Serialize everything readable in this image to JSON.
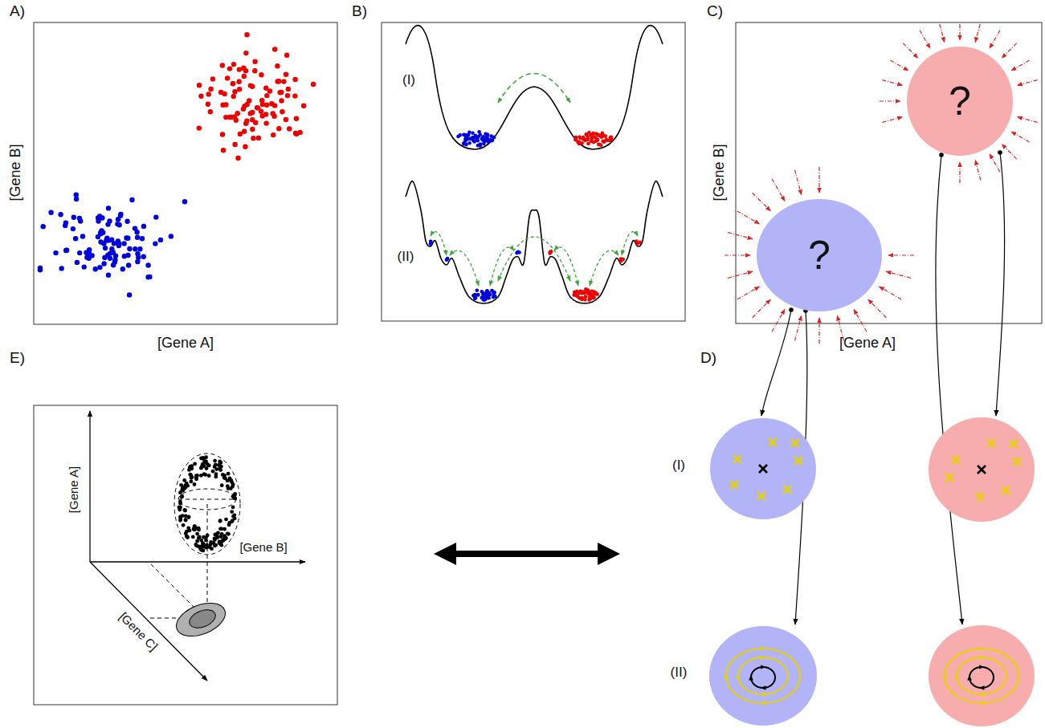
{
  "diagram": {
    "nodes": [
      {
        "text": [
          "?"
        ]
      },
      {
        "text": [
          "?"
        ]
      }
    ],
    "labels": [
      "A)",
      "[Gene B]",
      "[Gene A]",
      "B)",
      "(I)",
      "(II)",
      "C)",
      "[Gene B]",
      "[Gene A]",
      "D)",
      "(I)",
      "(II)",
      "E)",
      "[Gene A]",
      "[Gene B]",
      "[Gene C]"
    ]
  }
}
